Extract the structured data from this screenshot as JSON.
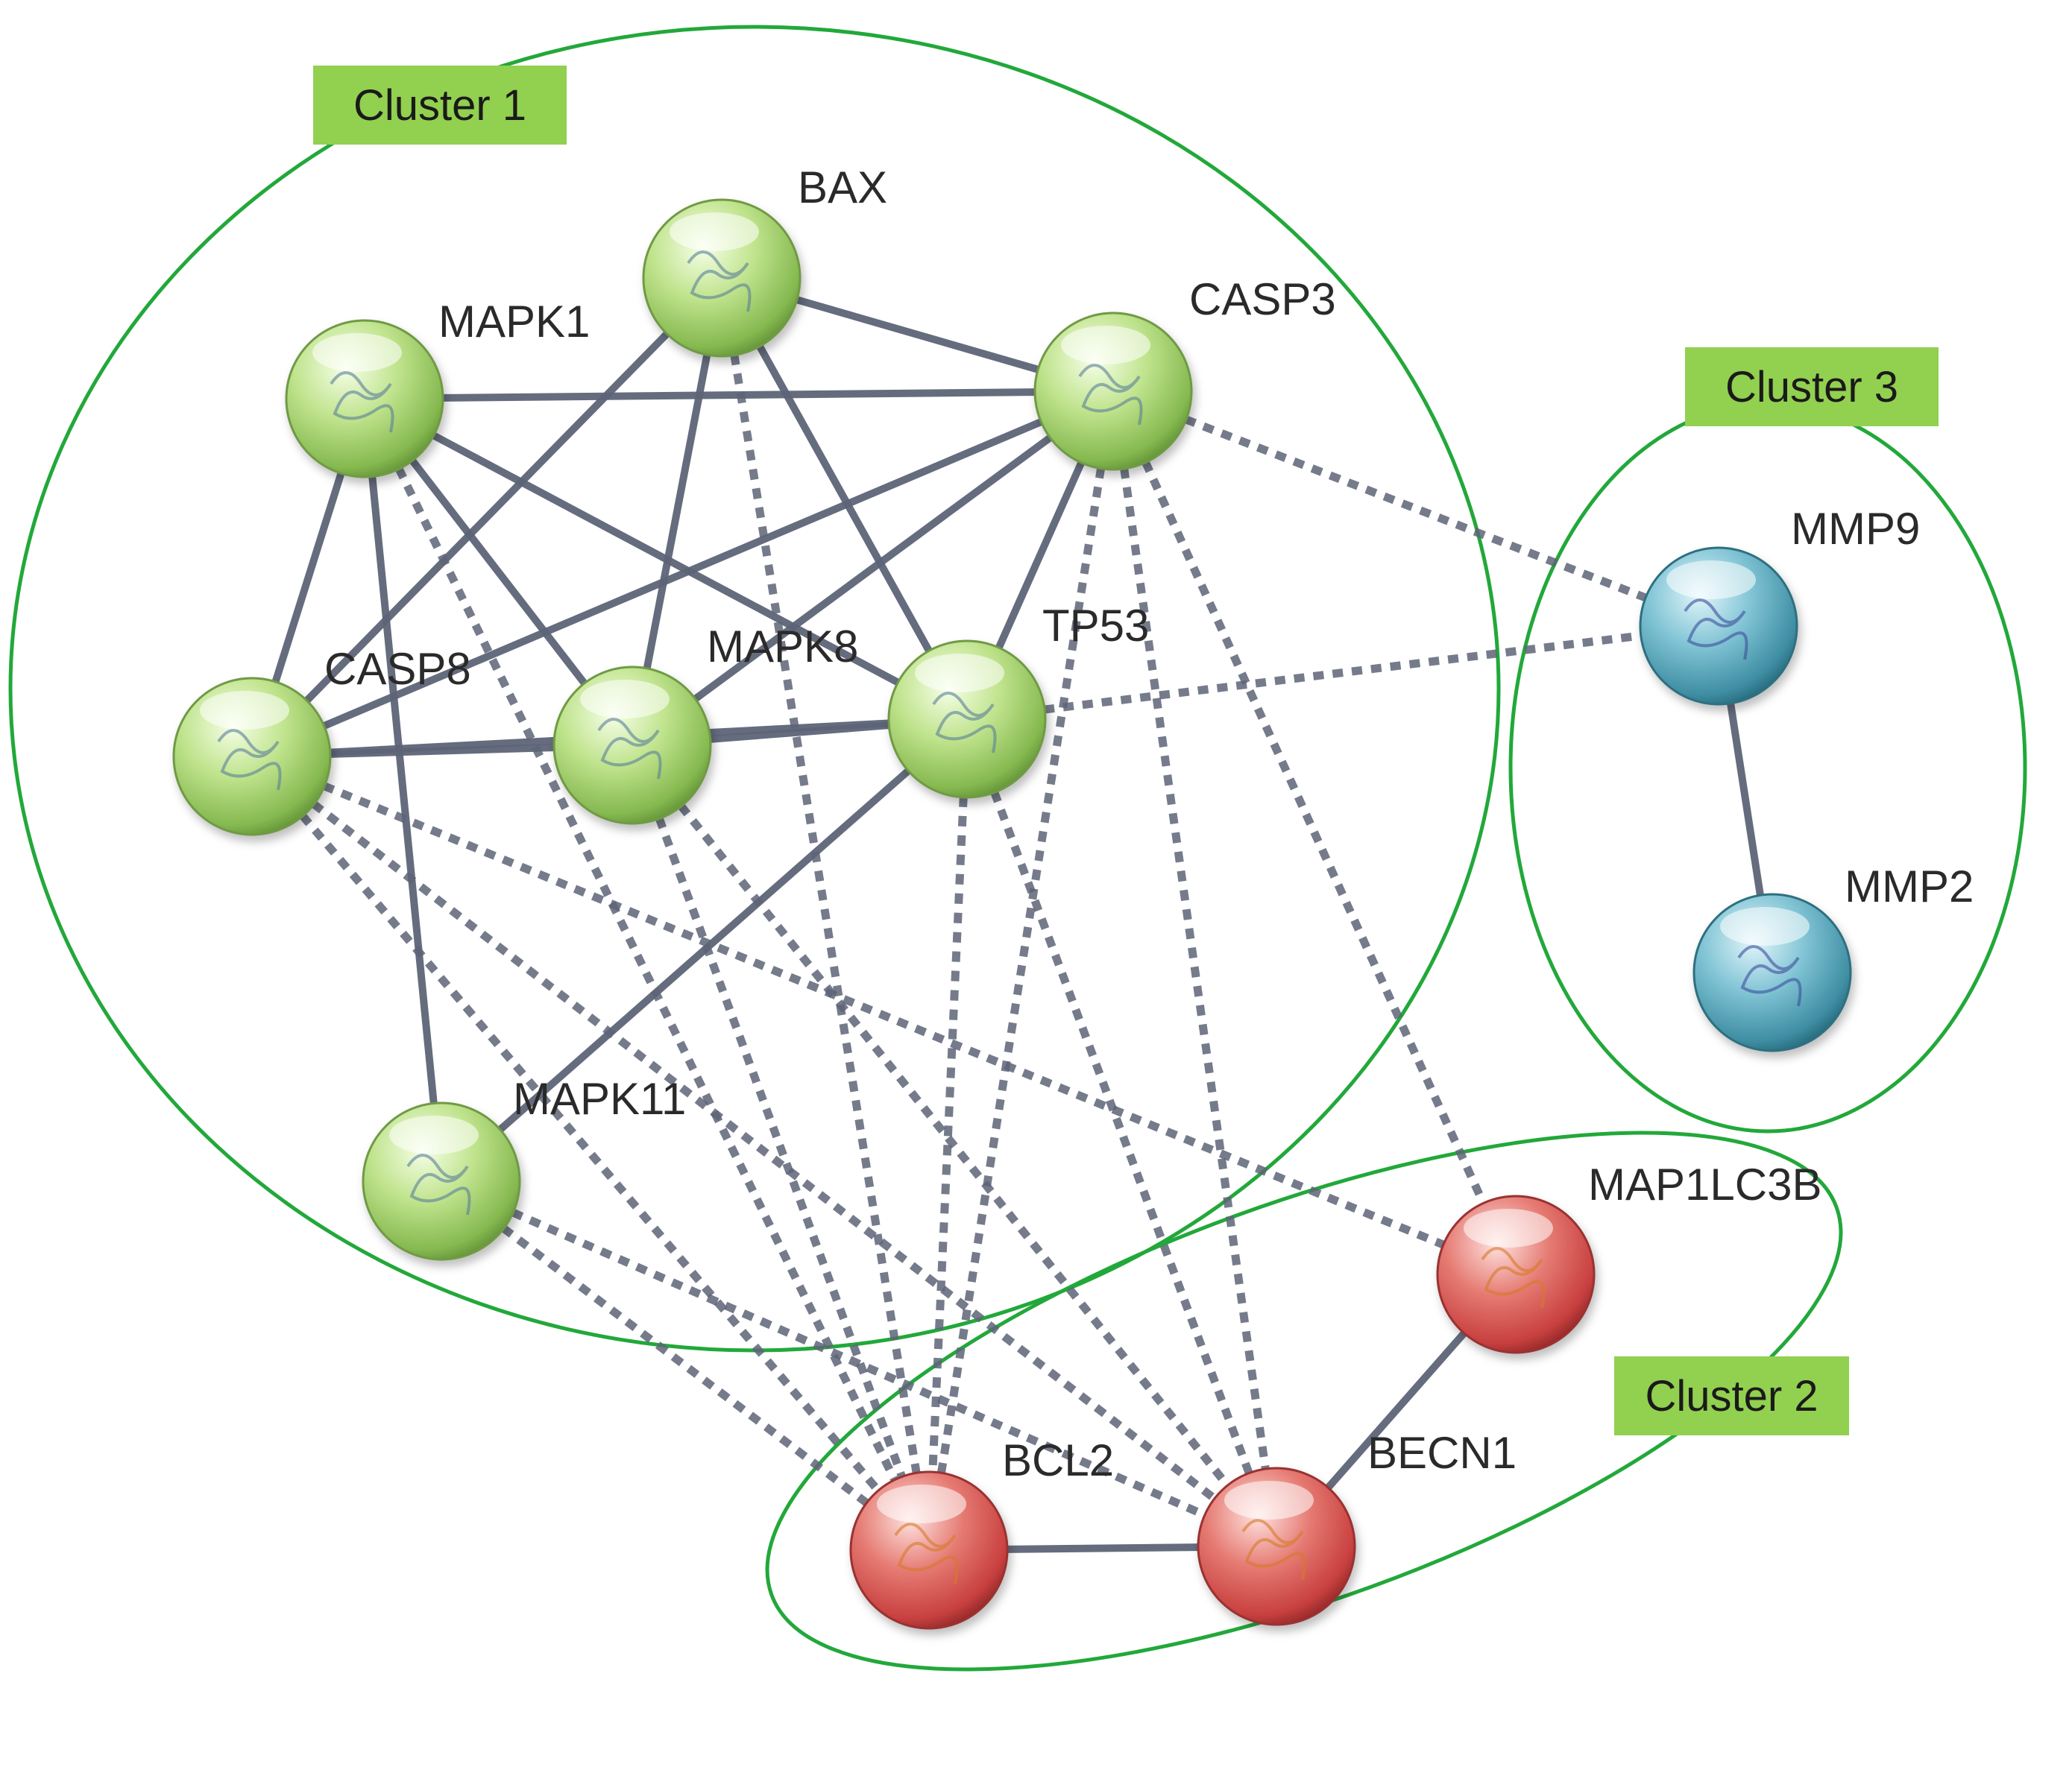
{
  "colors": {
    "cluster_outline": "#22a83a",
    "label_box": "#92d050",
    "edge": "#5d6477",
    "node_green": "#a8d870",
    "node_red": "#d85a5a",
    "node_teal": "#5aa9bd"
  },
  "clusters": [
    {
      "id": "c1",
      "label": "Cluster 1"
    },
    {
      "id": "c2",
      "label": "Cluster 2"
    },
    {
      "id": "c3",
      "label": "Cluster 3"
    }
  ],
  "nodes": [
    {
      "id": "BAX",
      "label": "BAX",
      "cluster": "c1",
      "color": "green"
    },
    {
      "id": "MAPK1",
      "label": "MAPK1",
      "cluster": "c1",
      "color": "green"
    },
    {
      "id": "CASP3",
      "label": "CASP3",
      "cluster": "c1",
      "color": "green"
    },
    {
      "id": "CASP8",
      "label": "CASP8",
      "cluster": "c1",
      "color": "green"
    },
    {
      "id": "MAPK8",
      "label": "MAPK8",
      "cluster": "c1",
      "color": "green"
    },
    {
      "id": "TP53",
      "label": "TP53",
      "cluster": "c1",
      "color": "green"
    },
    {
      "id": "MAPK11",
      "label": "MAPK11",
      "cluster": "c1",
      "color": "green"
    },
    {
      "id": "MMP9",
      "label": "MMP9",
      "cluster": "c3",
      "color": "teal"
    },
    {
      "id": "MMP2",
      "label": "MMP2",
      "cluster": "c3",
      "color": "teal"
    },
    {
      "id": "MAP1LC3B",
      "label": "MAP1LC3B",
      "cluster": "c2",
      "color": "red"
    },
    {
      "id": "BCL2",
      "label": "BCL2",
      "cluster": "c2",
      "color": "red"
    },
    {
      "id": "BECN1",
      "label": "BECN1",
      "cluster": "c2",
      "color": "red"
    }
  ],
  "edges": [
    {
      "source": "BAX",
      "target": "CASP3",
      "style": "solid"
    },
    {
      "source": "BAX",
      "target": "CASP8",
      "style": "solid"
    },
    {
      "source": "BAX",
      "target": "MAPK8",
      "style": "solid"
    },
    {
      "source": "BAX",
      "target": "TP53",
      "style": "solid"
    },
    {
      "source": "BAX",
      "target": "BCL2",
      "style": "dashed"
    },
    {
      "source": "MAPK1",
      "target": "CASP3",
      "style": "solid"
    },
    {
      "source": "MAPK1",
      "target": "CASP8",
      "style": "solid"
    },
    {
      "source": "MAPK1",
      "target": "MAPK8",
      "style": "solid"
    },
    {
      "source": "MAPK1",
      "target": "TP53",
      "style": "solid"
    },
    {
      "source": "MAPK1",
      "target": "MAPK11",
      "style": "solid"
    },
    {
      "source": "MAPK1",
      "target": "BCL2",
      "style": "dashed"
    },
    {
      "source": "CASP3",
      "target": "CASP8",
      "style": "solid"
    },
    {
      "source": "CASP3",
      "target": "MAPK8",
      "style": "solid"
    },
    {
      "source": "CASP3",
      "target": "TP53",
      "style": "solid"
    },
    {
      "source": "CASP3",
      "target": "MMP9",
      "style": "dashed"
    },
    {
      "source": "CASP3",
      "target": "BCL2",
      "style": "dashed"
    },
    {
      "source": "CASP3",
      "target": "BECN1",
      "style": "dashed"
    },
    {
      "source": "CASP3",
      "target": "MAP1LC3B",
      "style": "dashed"
    },
    {
      "source": "CASP8",
      "target": "MAPK8",
      "style": "solid"
    },
    {
      "source": "CASP8",
      "target": "TP53",
      "style": "solid"
    },
    {
      "source": "CASP8",
      "target": "BCL2",
      "style": "dashed"
    },
    {
      "source": "CASP8",
      "target": "BECN1",
      "style": "dashed"
    },
    {
      "source": "CASP8",
      "target": "MAP1LC3B",
      "style": "dashed"
    },
    {
      "source": "MAPK8",
      "target": "TP53",
      "style": "solid"
    },
    {
      "source": "MAPK8",
      "target": "BCL2",
      "style": "dashed"
    },
    {
      "source": "MAPK8",
      "target": "BECN1",
      "style": "dashed"
    },
    {
      "source": "TP53",
      "target": "MAPK11",
      "style": "solid"
    },
    {
      "source": "TP53",
      "target": "MMP9",
      "style": "dashed"
    },
    {
      "source": "TP53",
      "target": "BCL2",
      "style": "dashed"
    },
    {
      "source": "TP53",
      "target": "BECN1",
      "style": "dashed"
    },
    {
      "source": "MAPK11",
      "target": "BCL2",
      "style": "dashed"
    },
    {
      "source": "MAPK11",
      "target": "BECN1",
      "style": "dashed"
    },
    {
      "source": "MMP9",
      "target": "MMP2",
      "style": "solid"
    },
    {
      "source": "BCL2",
      "target": "BECN1",
      "style": "solid"
    },
    {
      "source": "BECN1",
      "target": "MAP1LC3B",
      "style": "solid"
    }
  ]
}
